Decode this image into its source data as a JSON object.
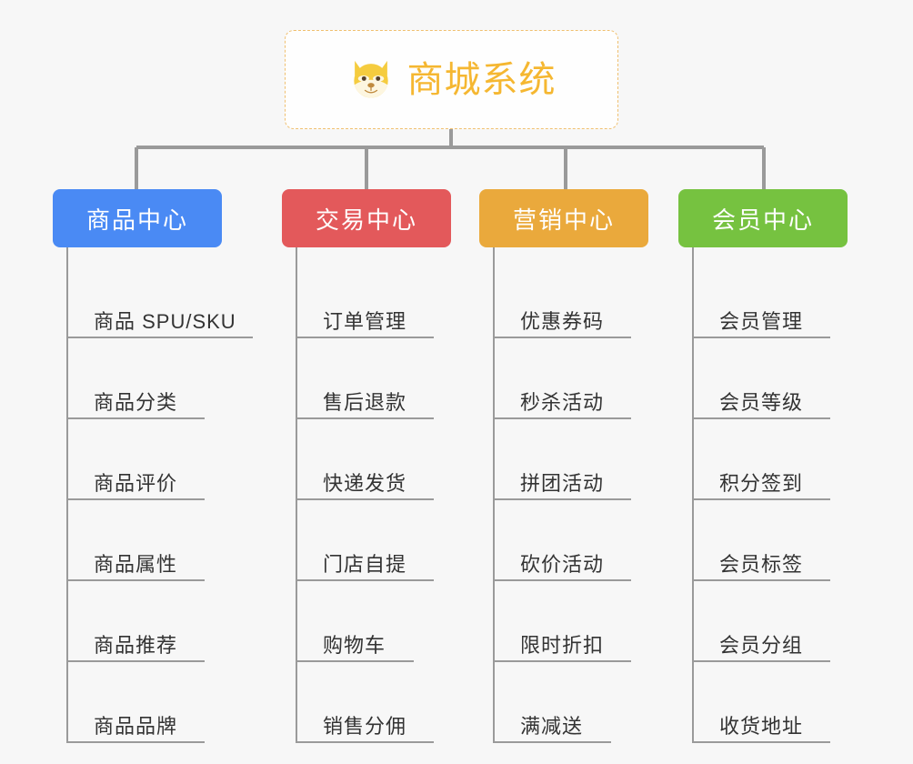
{
  "root": {
    "title": "商城系统",
    "icon": "shiba-dog-icon",
    "title_color": "#f5b731",
    "border_color": "#f0c070"
  },
  "connector": {
    "color": "#9a9a9a"
  },
  "columns": [
    {
      "header": "商品中心",
      "color": "#4a8af4",
      "items": [
        "商品 SPU/SKU",
        "商品分类",
        "商品评价",
        "商品属性",
        "商品推荐",
        "商品品牌"
      ]
    },
    {
      "header": "交易中心",
      "color": "#e3595b",
      "items": [
        "订单管理",
        "售后退款",
        "快递发货",
        "门店自提",
        "购物车",
        "销售分佣"
      ]
    },
    {
      "header": "营销中心",
      "color": "#eaa93c",
      "items": [
        "优惠券码",
        "秒杀活动",
        "拼团活动",
        "砍价活动",
        "限时折扣",
        "满减送"
      ]
    },
    {
      "header": "会员中心",
      "color": "#76c240",
      "items": [
        "会员管理",
        "会员等级",
        "积分签到",
        "会员标签",
        "会员分组",
        "收货地址"
      ]
    }
  ]
}
